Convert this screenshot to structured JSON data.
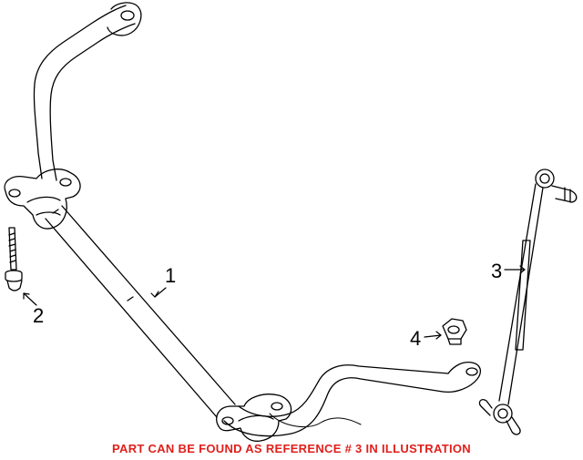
{
  "callouts": {
    "part1": "1",
    "part2": "2",
    "part3": "3",
    "part4": "4"
  },
  "notice": {
    "text": "PART CAN BE FOUND AS REFERENCE # 3 IN ILLUSTRATION",
    "color": "#e0201c"
  },
  "colors": {
    "line": "#000000",
    "background": "#ffffff"
  }
}
